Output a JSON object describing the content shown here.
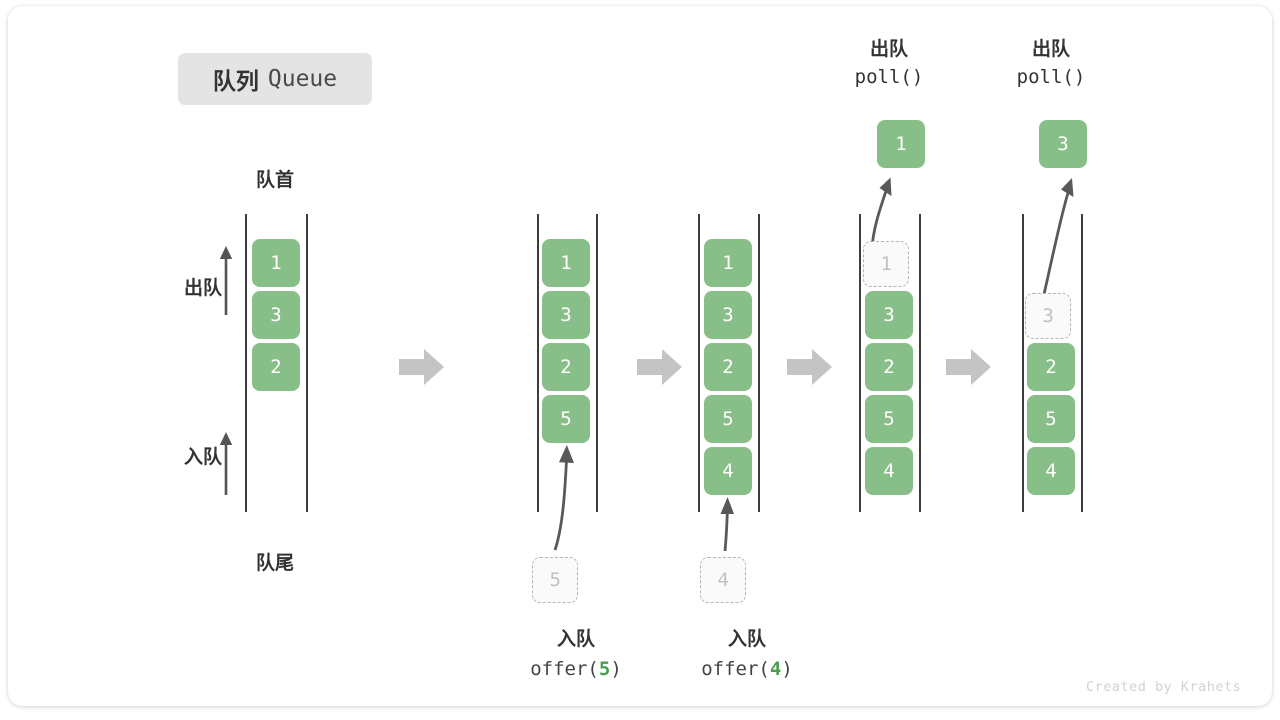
{
  "title": {
    "cn": "队列",
    "en": "Queue"
  },
  "labels": {
    "head": "队首",
    "tail": "队尾",
    "dequeue": "出队",
    "enqueue": "入队"
  },
  "credit": "Created by Krahets",
  "colors": {
    "cell_fill": "#88bf88",
    "cell_text": "#ffffff",
    "ghost_fill": "#fafafa",
    "ghost_border": "#b4b4b4",
    "ghost_text": "#c0c0c0",
    "rail": "#3d3d3d",
    "flow_arrow": "#c4c4c4",
    "curve_arrow": "#595959",
    "text": "#333333",
    "accent_green": "#4a9e52",
    "badge_bg": "#e4e4e4"
  },
  "columns": [
    {
      "id": "state-initial",
      "header": null,
      "footer": null,
      "cells": [
        "1",
        "3",
        "2"
      ],
      "ghost_top": null,
      "ghost_bottom": null,
      "result": null
    },
    {
      "id": "state-after-offer-5",
      "header": null,
      "footer": {
        "cn": "入队",
        "fn_prefix": "offer(",
        "arg": "5",
        "fn_suffix": ")"
      },
      "cells": [
        "1",
        "3",
        "2",
        "5"
      ],
      "ghost_top": null,
      "ghost_bottom": "5",
      "result": null
    },
    {
      "id": "state-after-offer-4",
      "header": null,
      "footer": {
        "cn": "入队",
        "fn_prefix": "offer(",
        "arg": "4",
        "fn_suffix": ")"
      },
      "cells": [
        "1",
        "3",
        "2",
        "5",
        "4"
      ],
      "ghost_top": null,
      "ghost_bottom": "4",
      "result": null
    },
    {
      "id": "state-after-poll-1",
      "header": {
        "cn": "出队",
        "fn": "poll()"
      },
      "footer": null,
      "cells": [
        "3",
        "2",
        "5",
        "4"
      ],
      "ghost_top": "1",
      "ghost_bottom": null,
      "result": "1"
    },
    {
      "id": "state-after-poll-3",
      "header": {
        "cn": "出队",
        "fn": "poll()"
      },
      "footer": null,
      "cells": [
        "2",
        "5",
        "4"
      ],
      "ghost_top": "3",
      "ghost_bottom": null,
      "result": "3"
    }
  ],
  "chart_data": {
    "type": "diagram",
    "title": "队列 Queue",
    "sequence": [
      {
        "step": 1,
        "operation": null,
        "queue": [
          "1",
          "3",
          "2"
        ]
      },
      {
        "step": 2,
        "operation": "offer(5)",
        "queue": [
          "1",
          "3",
          "2",
          "5"
        ],
        "added": "5"
      },
      {
        "step": 3,
        "operation": "offer(4)",
        "queue": [
          "1",
          "3",
          "2",
          "5",
          "4"
        ],
        "added": "4"
      },
      {
        "step": 4,
        "operation": "poll()",
        "queue": [
          "3",
          "2",
          "5",
          "4"
        ],
        "removed": "1"
      },
      {
        "step": 5,
        "operation": "poll()",
        "queue": [
          "2",
          "5",
          "4"
        ],
        "removed": "3"
      }
    ]
  }
}
